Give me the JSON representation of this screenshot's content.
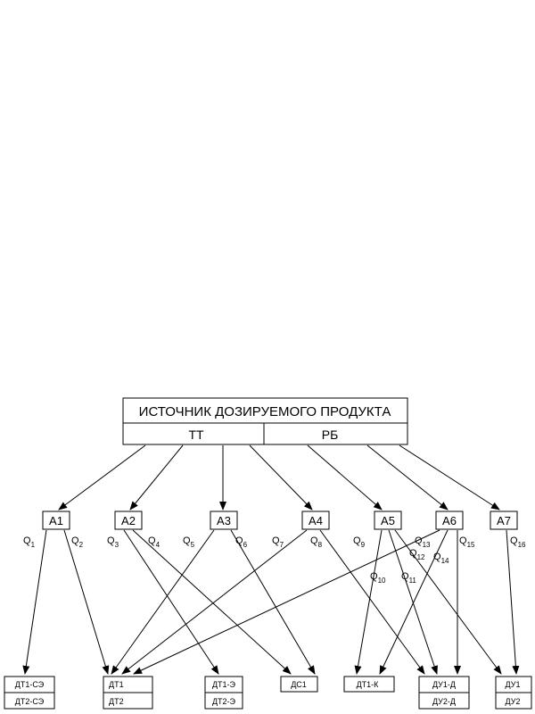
{
  "source": {
    "title": "ИСТОЧНИК ДОЗИРУЕМОГО ПРОДУКТА",
    "left": "ТТ",
    "right": "РБ"
  },
  "nodes": [
    {
      "id": "A1",
      "label": "А1"
    },
    {
      "id": "A2",
      "label": "А2"
    },
    {
      "id": "A3",
      "label": "А3"
    },
    {
      "id": "A4",
      "label": "А4"
    },
    {
      "id": "A5",
      "label": "А5"
    },
    {
      "id": "A6",
      "label": "А6"
    },
    {
      "id": "A7",
      "label": "А7"
    }
  ],
  "sinks": [
    {
      "id": "S1",
      "top": "ДТ1-СЭ",
      "bottom": "ДТ2-СЭ"
    },
    {
      "id": "S2",
      "top": "ДТ1",
      "bottom": "ДТ2"
    },
    {
      "id": "S3",
      "top": "ДТ1-Э",
      "bottom": "ДТ2-Э"
    },
    {
      "id": "S4",
      "top": "ДС1",
      "bottom": ""
    },
    {
      "id": "S5",
      "top": "ДТ1-К",
      "bottom": ""
    },
    {
      "id": "S6",
      "top": "ДУ1-Д",
      "bottom": "ДУ2-Д"
    },
    {
      "id": "S7",
      "top": "ДУ1",
      "bottom": "ДУ2"
    }
  ],
  "flows": [
    {
      "label": "Q",
      "sub": "1"
    },
    {
      "label": "Q",
      "sub": "2"
    },
    {
      "label": "Q",
      "sub": "3"
    },
    {
      "label": "Q",
      "sub": "4"
    },
    {
      "label": "Q",
      "sub": "5"
    },
    {
      "label": "Q",
      "sub": "6"
    },
    {
      "label": "Q",
      "sub": "7"
    },
    {
      "label": "Q",
      "sub": "8"
    },
    {
      "label": "Q",
      "sub": "9"
    },
    {
      "label": "Q",
      "sub": "10"
    },
    {
      "label": "Q",
      "sub": "11"
    },
    {
      "label": "Q",
      "sub": "12"
    },
    {
      "label": "Q",
      "sub": "13"
    },
    {
      "label": "Q",
      "sub": "14"
    },
    {
      "label": "Q",
      "sub": "15"
    },
    {
      "label": "Q",
      "sub": "16"
    }
  ]
}
